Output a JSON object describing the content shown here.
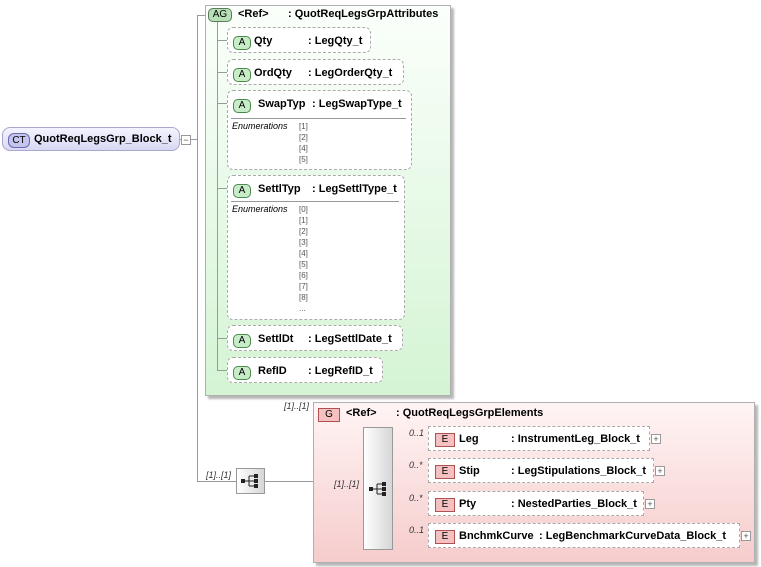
{
  "complex_type": {
    "badge": "CT",
    "name": "QuotReqLegsGrp_Block_t"
  },
  "attribute_group": {
    "badge": "AG",
    "ref": "<Ref>",
    "name": ": QuotReqLegsGrpAttributes",
    "attributes": [
      {
        "badge": "A",
        "name": "Qty",
        "type": ": LegQty_t"
      },
      {
        "badge": "A",
        "name": "OrdQty",
        "type": ": LegOrderQty_t"
      },
      {
        "badge": "A",
        "name": "SwapTyp",
        "type": ": LegSwapType_t",
        "enum_label": "Enumerations",
        "enumerations": [
          "[1]",
          "[2]",
          "[4]",
          "[5]"
        ]
      },
      {
        "badge": "A",
        "name": "SettlTyp",
        "type": ": LegSettlType_t",
        "enum_label": "Enumerations",
        "enumerations": [
          "[0]",
          "[1]",
          "[2]",
          "[3]",
          "[4]",
          "[5]",
          "[6]",
          "[7]",
          "[8]",
          "..."
        ]
      },
      {
        "badge": "A",
        "name": "SettlDt",
        "type": ": LegSettlDate_t"
      },
      {
        "badge": "A",
        "name": "RefID",
        "type": ": LegRefID_t"
      }
    ]
  },
  "sequence_occurrence": "[1]..[1]",
  "group": {
    "badge": "G",
    "ref": "<Ref>",
    "name": ": QuotReqLegsGrpElements",
    "occurrence": "[1]..[1]",
    "sequence_occurrence": "[1]..[1]",
    "elements": [
      {
        "badge": "E",
        "occ": "0..1",
        "name": "Leg",
        "type": ": InstrumentLeg_Block_t"
      },
      {
        "badge": "E",
        "occ": "0..*",
        "name": "Stip",
        "type": ": LegStipulations_Block_t"
      },
      {
        "badge": "E",
        "occ": "0..*",
        "name": "Pty",
        "type": ": NestedParties_Block_t"
      },
      {
        "badge": "E",
        "occ": "0..1",
        "name": "BnchmkCurve",
        "type": ": LegBenchmarkCurveData_Block_t"
      }
    ]
  },
  "icons": {
    "expand": "plus-icon",
    "sequence": "sequence-compositor-icon"
  }
}
